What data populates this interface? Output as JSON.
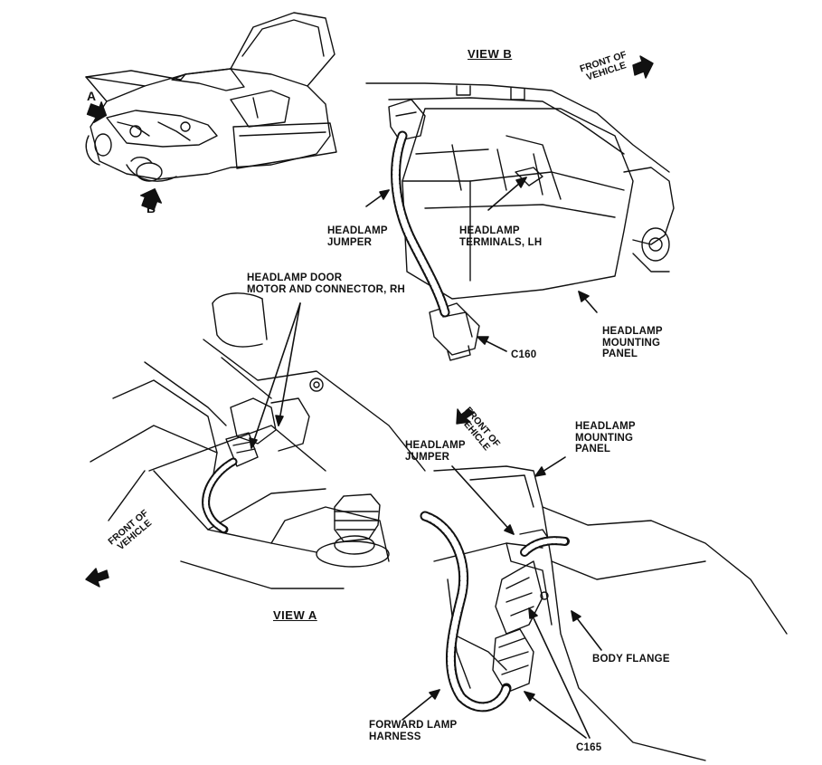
{
  "views": {
    "view_a": "VIEW A",
    "view_b": "VIEW B"
  },
  "overview": {
    "marker_a": "A",
    "marker_b": "B"
  },
  "labels": {
    "front_of_vehicle": "FRONT OF\nVEHICLE",
    "headlamp_jumper": "HEADLAMP\nJUMPER",
    "headlamp_terminals_lh": "HEADLAMP\nTERMINALS, LH",
    "headlamp_mounting_panel": "HEADLAMP\nMOUNTING\nPANEL",
    "c160": "C160",
    "headlamp_door_motor": "HEADLAMP DOOR\nMOTOR AND CONNECTOR, RH",
    "body_flange": "BODY FLANGE",
    "forward_lamp_harness": "FORWARD LAMP\nHARNESS",
    "c165": "C165"
  }
}
